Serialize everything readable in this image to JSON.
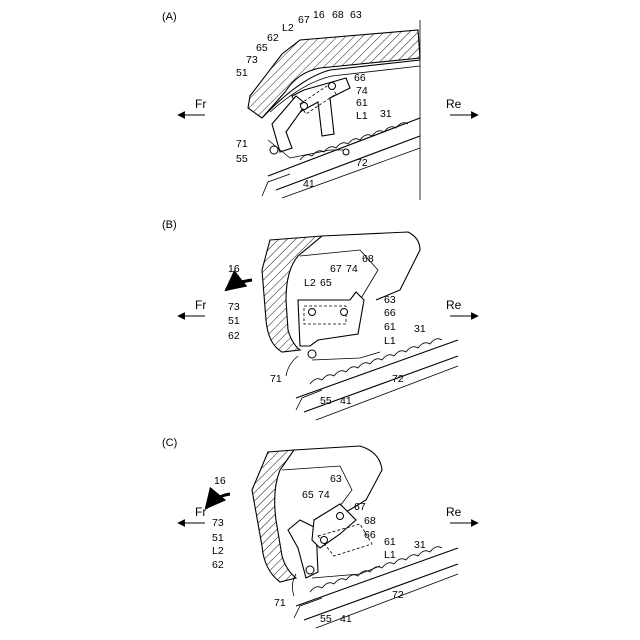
{
  "panels": [
    {
      "id": "A",
      "panel_label": "(A)",
      "front_label": "Fr",
      "rear_label": "Re",
      "labels": [
        "16",
        "67",
        "68",
        "63",
        "L2",
        "62",
        "65",
        "73",
        "51",
        "66",
        "74",
        "61",
        "L1",
        "31",
        "71",
        "55",
        "41",
        "72"
      ]
    },
    {
      "id": "B",
      "panel_label": "(B)",
      "front_label": "Fr",
      "rear_label": "Re",
      "labels": [
        "16",
        "68",
        "67",
        "74",
        "L2",
        "65",
        "63",
        "73",
        "66",
        "51",
        "61",
        "31",
        "62",
        "L1",
        "71",
        "72",
        "55",
        "41"
      ]
    },
    {
      "id": "C",
      "panel_label": "(C)",
      "front_label": "Fr",
      "rear_label": "Re",
      "labels": [
        "16",
        "63",
        "65",
        "74",
        "67",
        "73",
        "68",
        "51",
        "66",
        "L2",
        "61",
        "L1",
        "31",
        "62",
        "71",
        "72",
        "55",
        "41"
      ]
    }
  ]
}
